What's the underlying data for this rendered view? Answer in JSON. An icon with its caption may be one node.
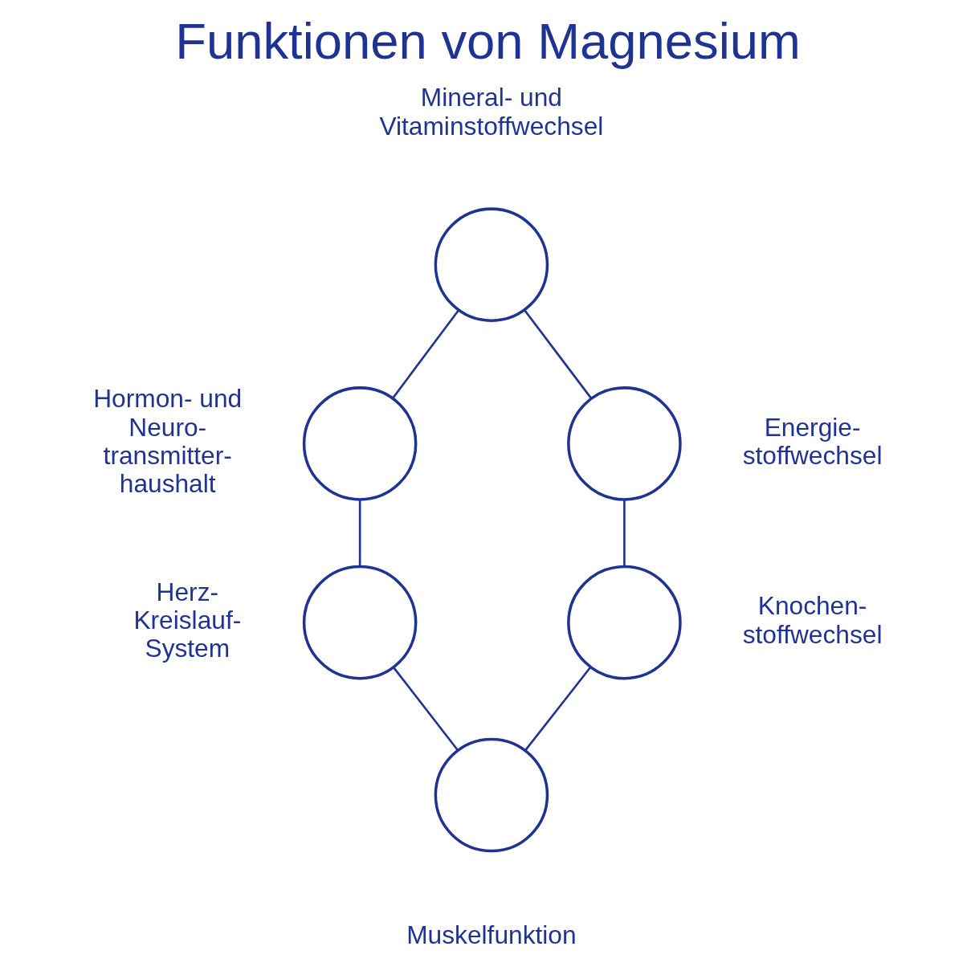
{
  "diagram": {
    "title": "Funktionen von Magnesium",
    "nodes": [
      {
        "text": [],
        "shape": "circle",
        "beside": [
          "Mineral- und Vitaminstoffwechsel"
        ]
      },
      {
        "text": [],
        "shape": "circle",
        "beside": [
          "Energie- stoffwechsel"
        ]
      },
      {
        "text": [],
        "shape": "circle",
        "beside": [
          "Knochen- stoffwechsel"
        ]
      },
      {
        "text": [],
        "shape": "circle",
        "beside": [
          "Muskelfunktion"
        ]
      },
      {
        "text": [],
        "shape": "circle",
        "beside": [
          "Herz- Kreislauf- System"
        ]
      },
      {
        "text": [],
        "shape": "circle",
        "beside": [
          "Hormon- und Neuro- transmitter- haushalt"
        ]
      }
    ],
    "edges": [
      {
        "from": 0,
        "to": 1,
        "arrow": "none"
      },
      {
        "from": 1,
        "to": 2,
        "arrow": "none"
      },
      {
        "from": 2,
        "to": 3,
        "arrow": "none"
      },
      {
        "from": 3,
        "to": 4,
        "arrow": "none"
      },
      {
        "from": 4,
        "to": 5,
        "arrow": "none"
      },
      {
        "from": 5,
        "to": 0,
        "arrow": "none"
      }
    ]
  }
}
